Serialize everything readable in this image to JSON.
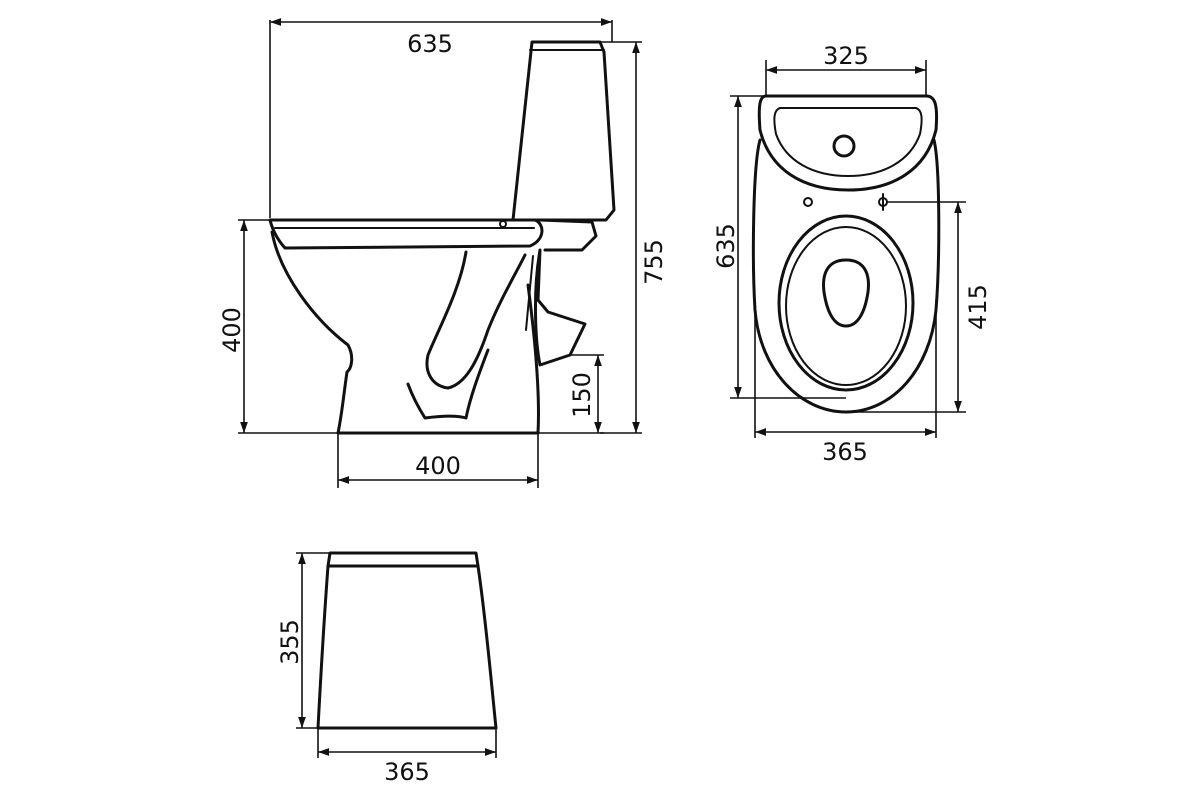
{
  "colors": {
    "line": "#111111",
    "background": "#ffffff"
  },
  "side_view": {
    "overall_length": "635",
    "total_height": "755",
    "bowl_height": "400",
    "base_width": "400",
    "outlet_height": "150"
  },
  "top_view": {
    "tank_width": "325",
    "length": "635",
    "bolt_to_front": "415",
    "width": "365"
  },
  "tank_front_view": {
    "height": "355",
    "width": "365"
  }
}
